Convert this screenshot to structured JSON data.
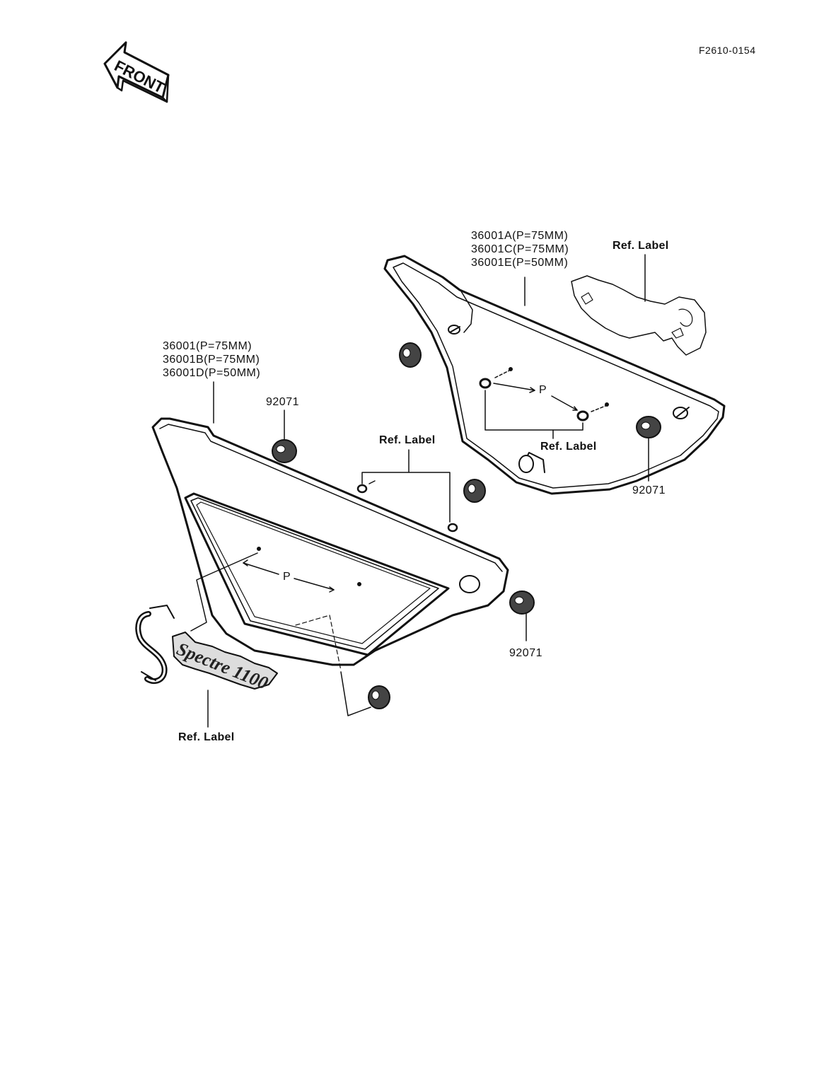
{
  "figure_code": "F2610-0154",
  "front_arrow": {
    "text": "FRONT",
    "icon": "front-arrow-icon"
  },
  "right_cover": {
    "part_numbers": [
      "36001A(P=75MM)",
      "36001C(P=75MM)",
      "36001E(P=50MM)"
    ],
    "label_callout_top": "Ref.  Label",
    "label_callout_lower": "Ref.  Label",
    "pitch_marker": "P",
    "grommet_number": "92071"
  },
  "left_cover": {
    "part_numbers": [
      "36001(P=75MM)",
      "36001B(P=75MM)",
      "36001D(P=50MM)"
    ],
    "grommet_number_top": "92071",
    "grommet_number_bottom": "92071",
    "label_callout_upper": "Ref.  Label",
    "label_callout_emblem": "Ref.  Label",
    "pitch_marker": "P",
    "emblem_text": "Spectre 1100"
  }
}
